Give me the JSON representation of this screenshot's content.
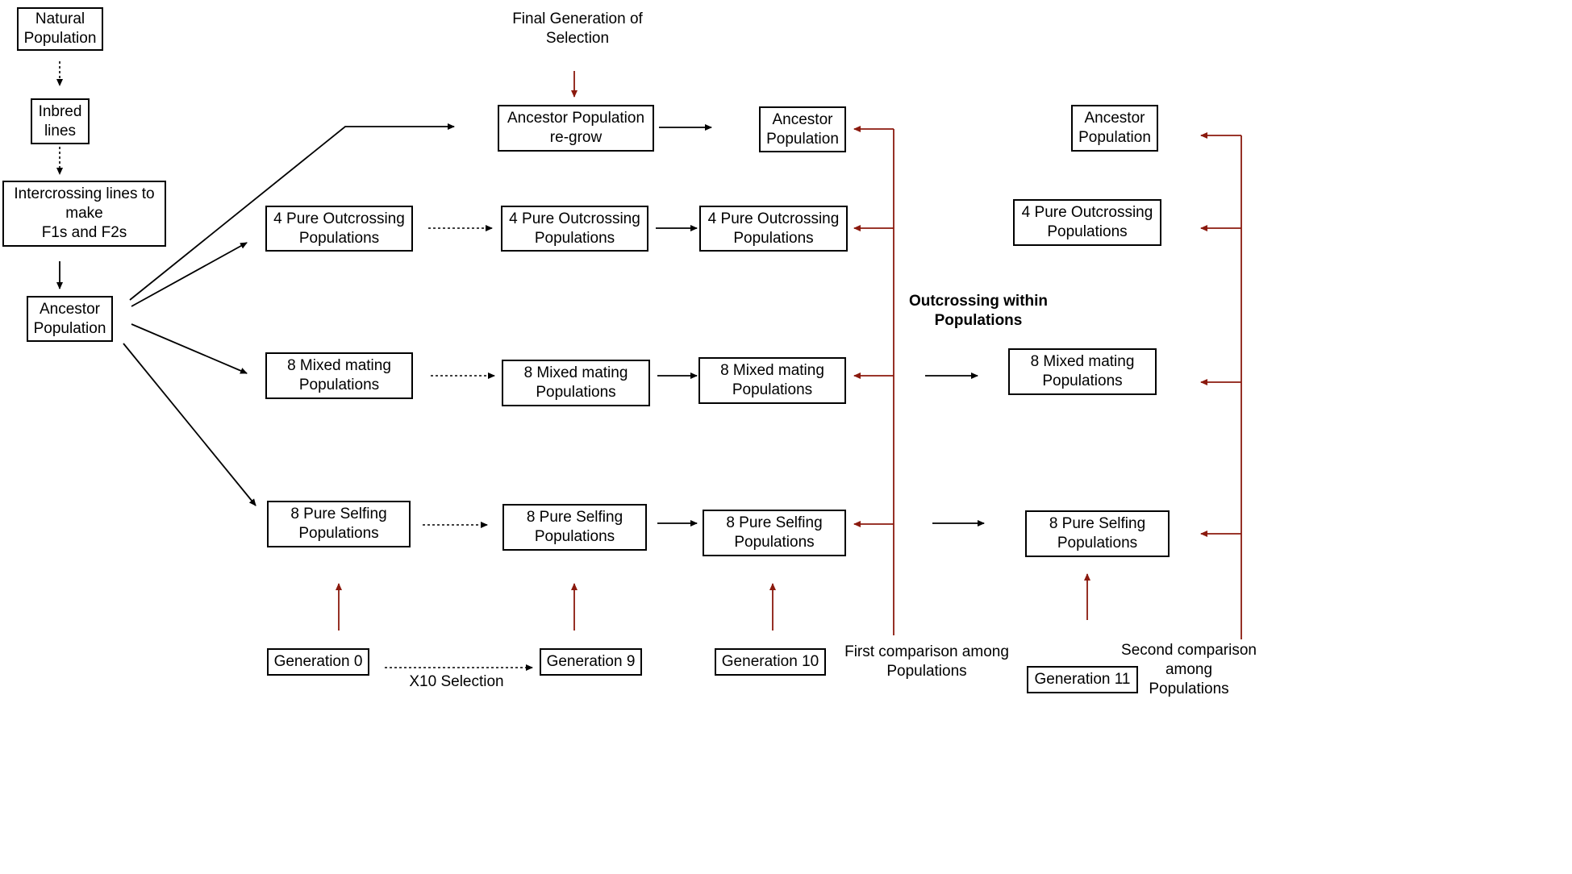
{
  "colors": {
    "black": "#000000",
    "accent": "#8b1a0e"
  },
  "left": {
    "natural": [
      "Natural",
      "Population"
    ],
    "inbred": [
      "Inbred",
      "lines"
    ],
    "intercross": [
      "Intercrossing lines to",
      "make",
      "F1s and F2s"
    ],
    "ancestor": [
      "Ancestor",
      "Population"
    ]
  },
  "columns": {
    "gen0": {
      "outcross": [
        "4 Pure Outcrossing",
        "Populations"
      ],
      "mixed": [
        "8 Mixed mating",
        "Populations"
      ],
      "selfing": [
        "8 Pure Selfing",
        "Populations"
      ]
    },
    "gen9": {
      "ancestor": [
        "Ancestor Population",
        "re-grow"
      ],
      "outcross": [
        "4 Pure Outcrossing",
        "Populations"
      ],
      "mixed": [
        "8 Mixed mating",
        "Populations"
      ],
      "selfing": [
        "8 Pure Selfing",
        "Populations"
      ]
    },
    "gen10": {
      "ancestor": [
        "Ancestor",
        "Population"
      ],
      "outcross": [
        "4 Pure Outcrossing",
        "Populations"
      ],
      "mixed": [
        "8 Mixed mating",
        "Populations"
      ],
      "selfing": [
        "8 Pure Selfing",
        "Populations"
      ]
    },
    "gen11": {
      "ancestor": [
        "Ancestor",
        "Population"
      ],
      "outcross": [
        "4 Pure Outcrossing",
        "Populations"
      ],
      "mixed": [
        "8 Mixed mating",
        "Populations"
      ],
      "selfing": [
        "8 Pure Selfing",
        "Populations"
      ]
    }
  },
  "generations": {
    "g0": "Generation 0",
    "g9": "Generation 9",
    "g10": "Generation 10",
    "g11": "Generation 11"
  },
  "labels": {
    "final_generation": [
      "Final Generation of",
      "Selection"
    ],
    "x10": "X10 Selection",
    "outcrossing_within": [
      "Outcrossing within",
      "Populations"
    ],
    "first_comparison": [
      "First comparison among",
      "Populations"
    ],
    "second_comparison": [
      "Second comparison",
      "among",
      "Populations"
    ]
  }
}
